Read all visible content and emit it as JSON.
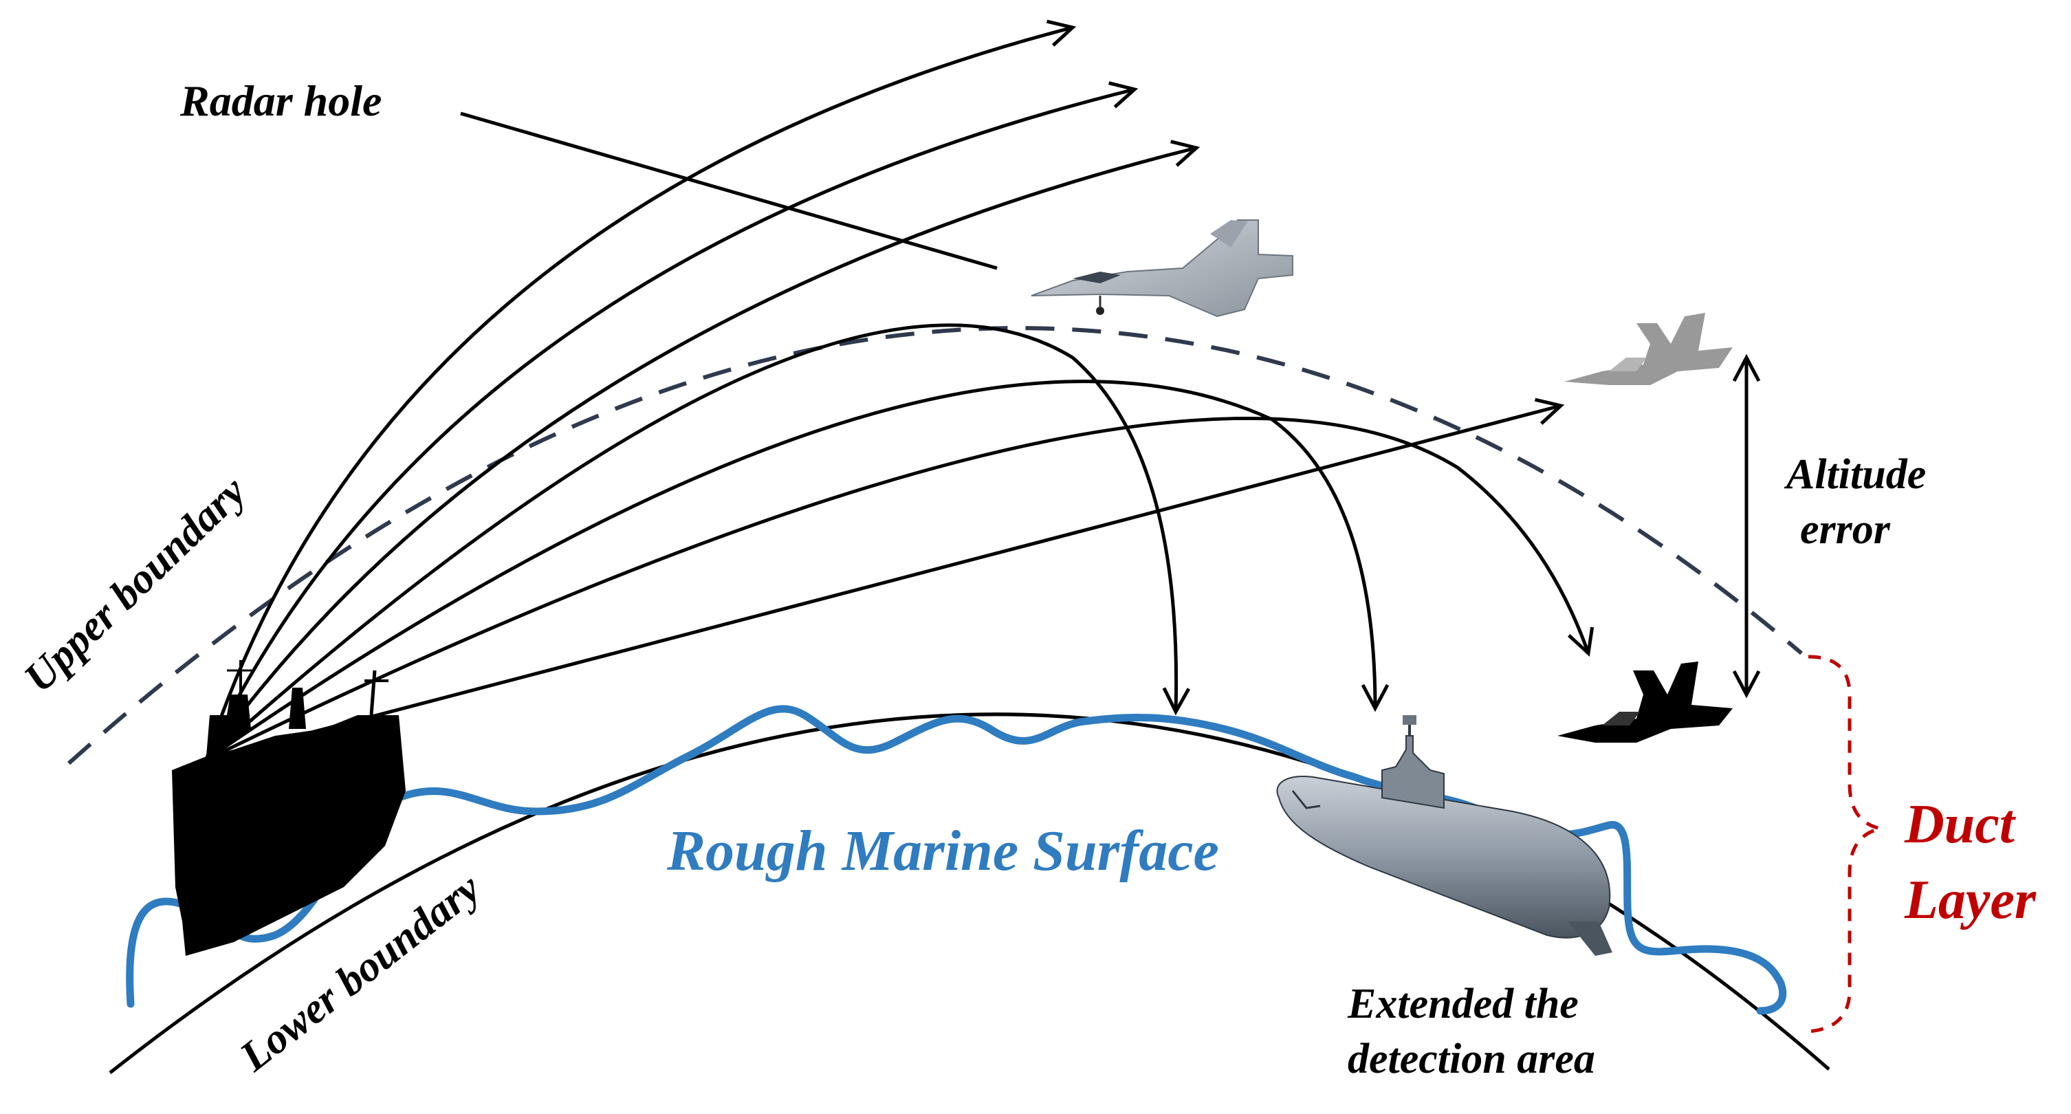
{
  "labels": {
    "radar_hole": "Radar hole",
    "upper_boundary": "Upper boundary",
    "lower_boundary": "Lower boundary",
    "surface": "Rough Marine Surface",
    "altitude_error_1": "Altitude",
    "altitude_error_2": "error",
    "detection_1": "Extended the",
    "detection_2": "detection area",
    "duct_1": "Duct",
    "duct_2": "Layer"
  },
  "colors": {
    "surface": "#2f7cc0",
    "duct": "#c00000",
    "upper_boundary": "#2f3a4e",
    "lines": "#000000",
    "target_aircraft": "#999999"
  },
  "icons": [
    "ship-icon",
    "stealth-fighter-icon",
    "fighter-jet-ghost-icon",
    "fighter-jet-icon",
    "submarine-icon"
  ]
}
